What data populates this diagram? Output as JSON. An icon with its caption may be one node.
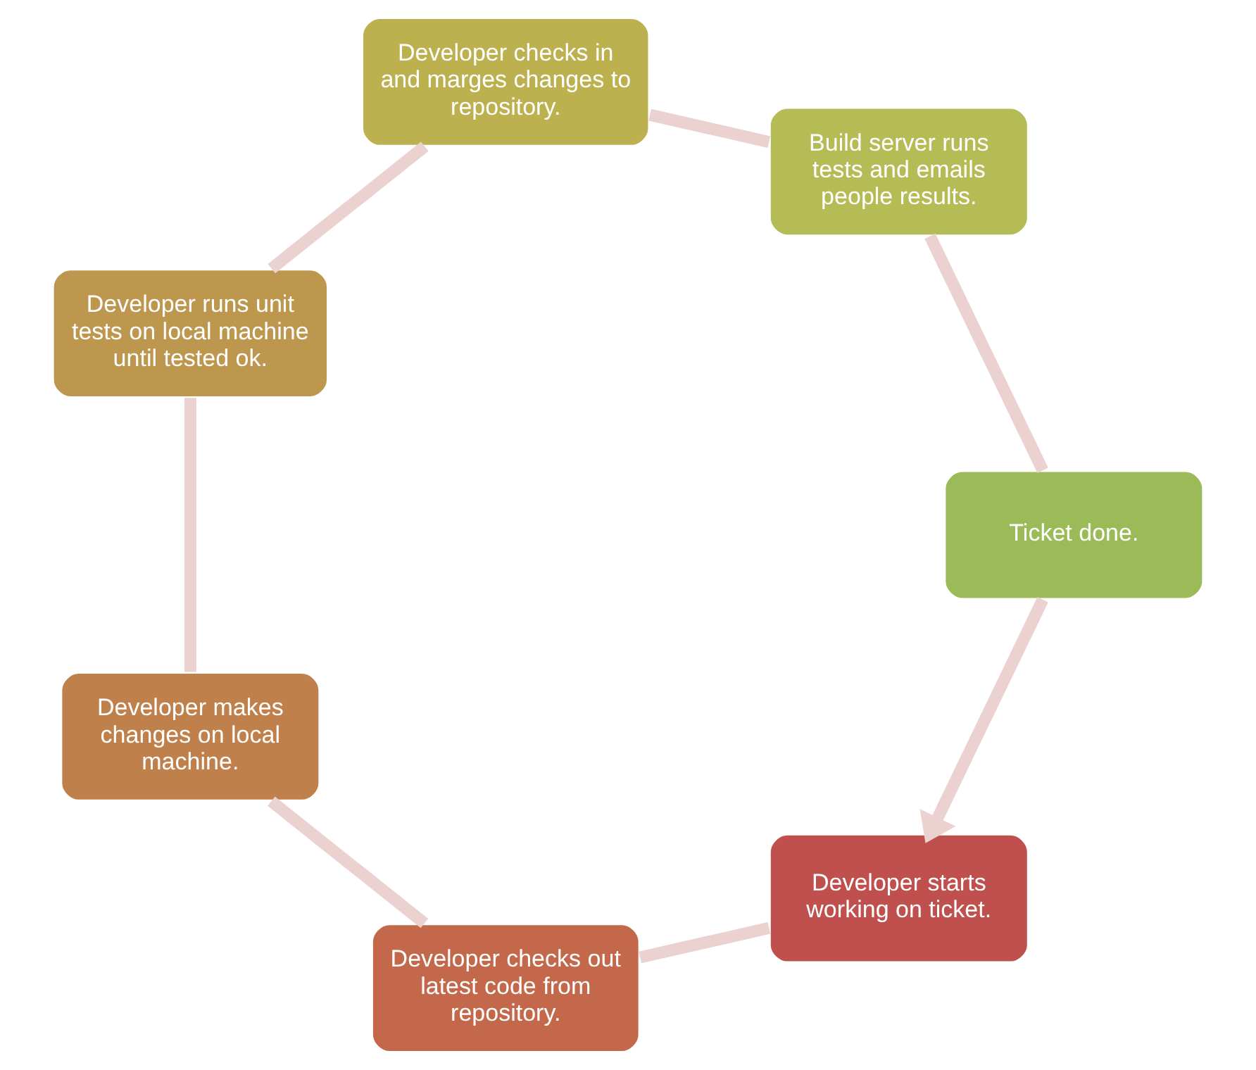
{
  "diagram": {
    "nodes": [
      {
        "text": [
          "Developer starts working on ticket."
        ]
      },
      {
        "text": [
          "Developer checks out latest code from repository."
        ]
      },
      {
        "text": [
          "Developer makes changes on local machine."
        ]
      },
      {
        "text": [
          "Developer runs unit tests on local machine until tested ok."
        ]
      },
      {
        "text": [
          "Developer checks in and marges changes to repository."
        ]
      },
      {
        "text": [
          "Build server runs tests and emails people results."
        ]
      },
      {
        "text": [
          "Ticket done."
        ]
      }
    ],
    "edges": [
      {
        "from": 0,
        "to": 1,
        "arrow": "none"
      },
      {
        "from": 1,
        "to": 2,
        "arrow": "none"
      },
      {
        "from": 2,
        "to": 3,
        "arrow": "none"
      },
      {
        "from": 3,
        "to": 4,
        "arrow": "none"
      },
      {
        "from": 4,
        "to": 5,
        "arrow": "none"
      },
      {
        "from": 5,
        "to": 6,
        "arrow": "none"
      },
      {
        "from": 6,
        "to": 0,
        "arrow": "to"
      }
    ]
  }
}
